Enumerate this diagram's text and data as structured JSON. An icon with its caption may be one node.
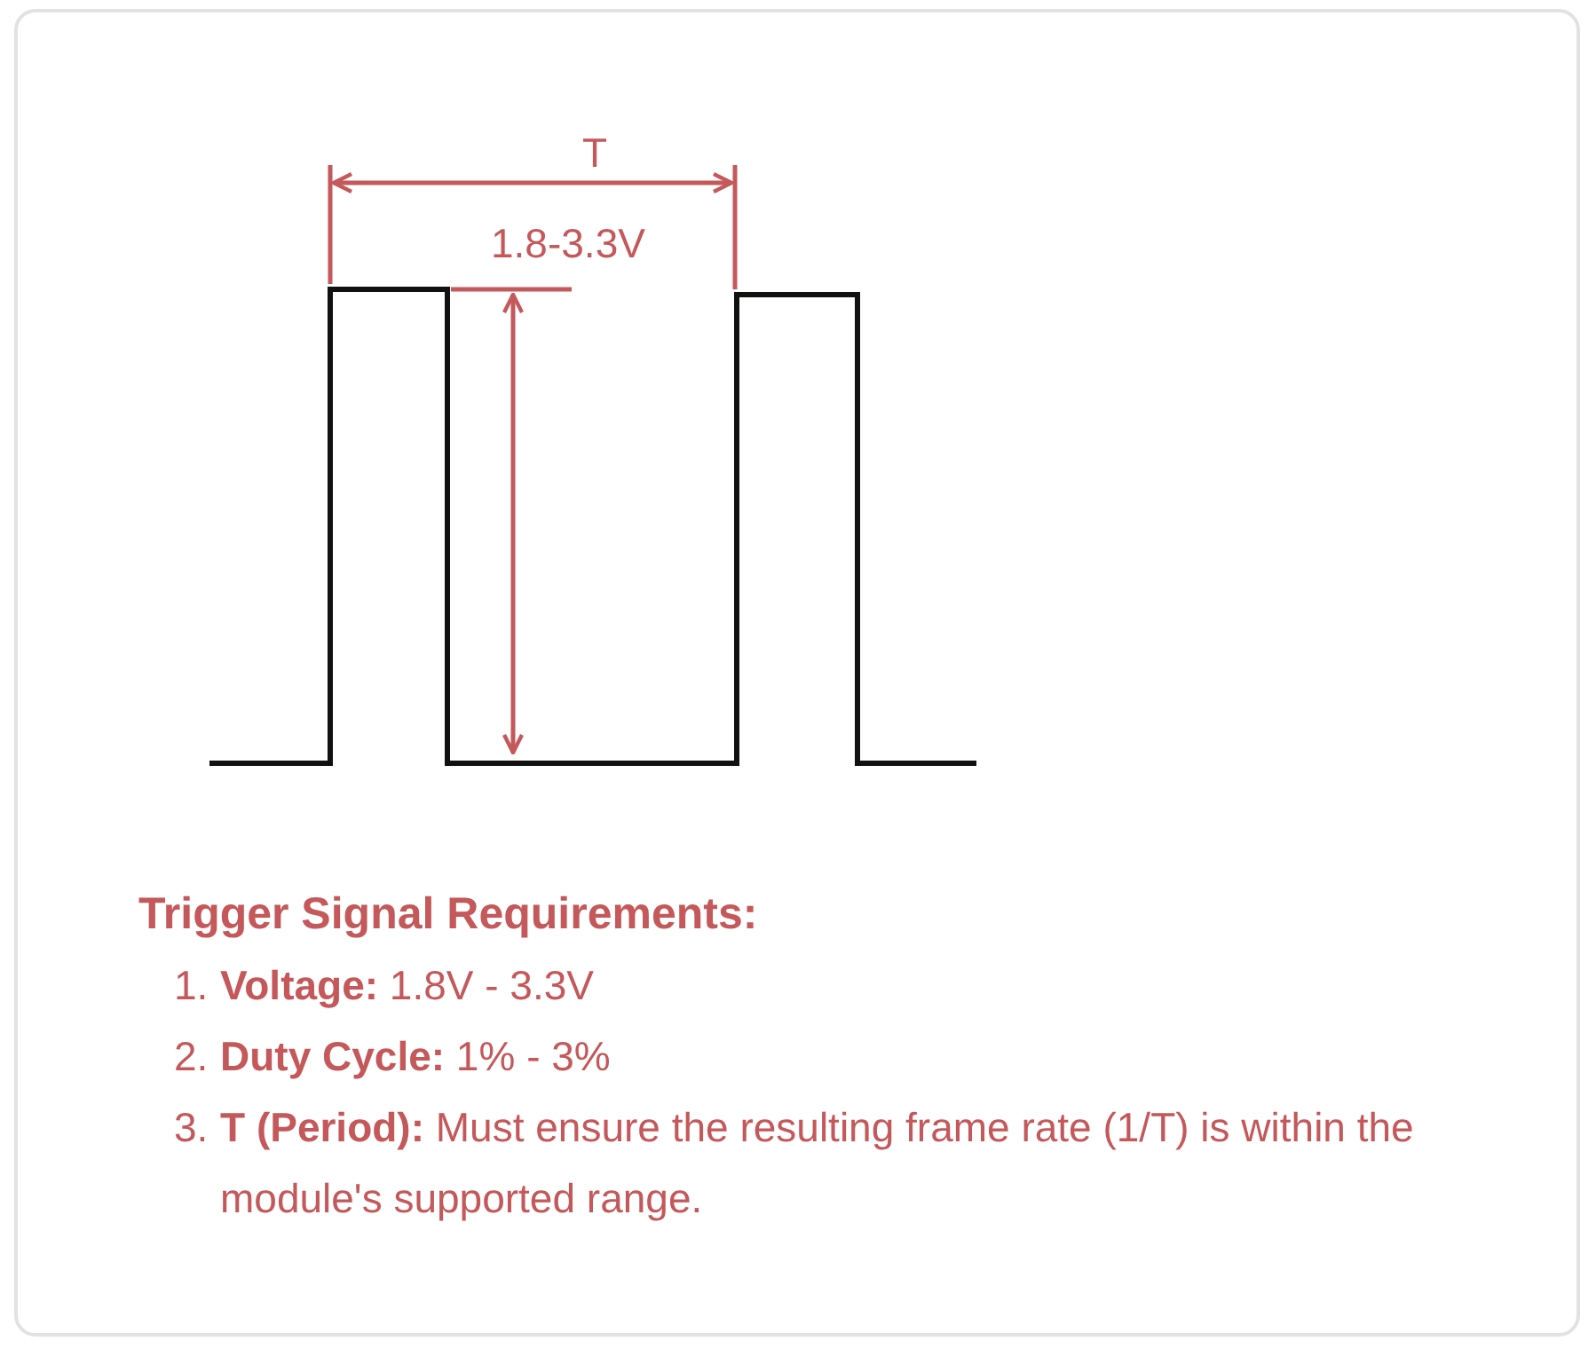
{
  "diagram": {
    "labels": [
      "T",
      "1.8-3.3V",
      "Trigger Signal Requirements:",
      "1.",
      "**Voltage:** 1.8V - 3.3V",
      "2.",
      "**Duty Cycle:** 1% - 3%",
      "3.",
      "**T (Period):** Must ensure the resulting frame rate (1/T) is within the module's supported range."
    ]
  }
}
